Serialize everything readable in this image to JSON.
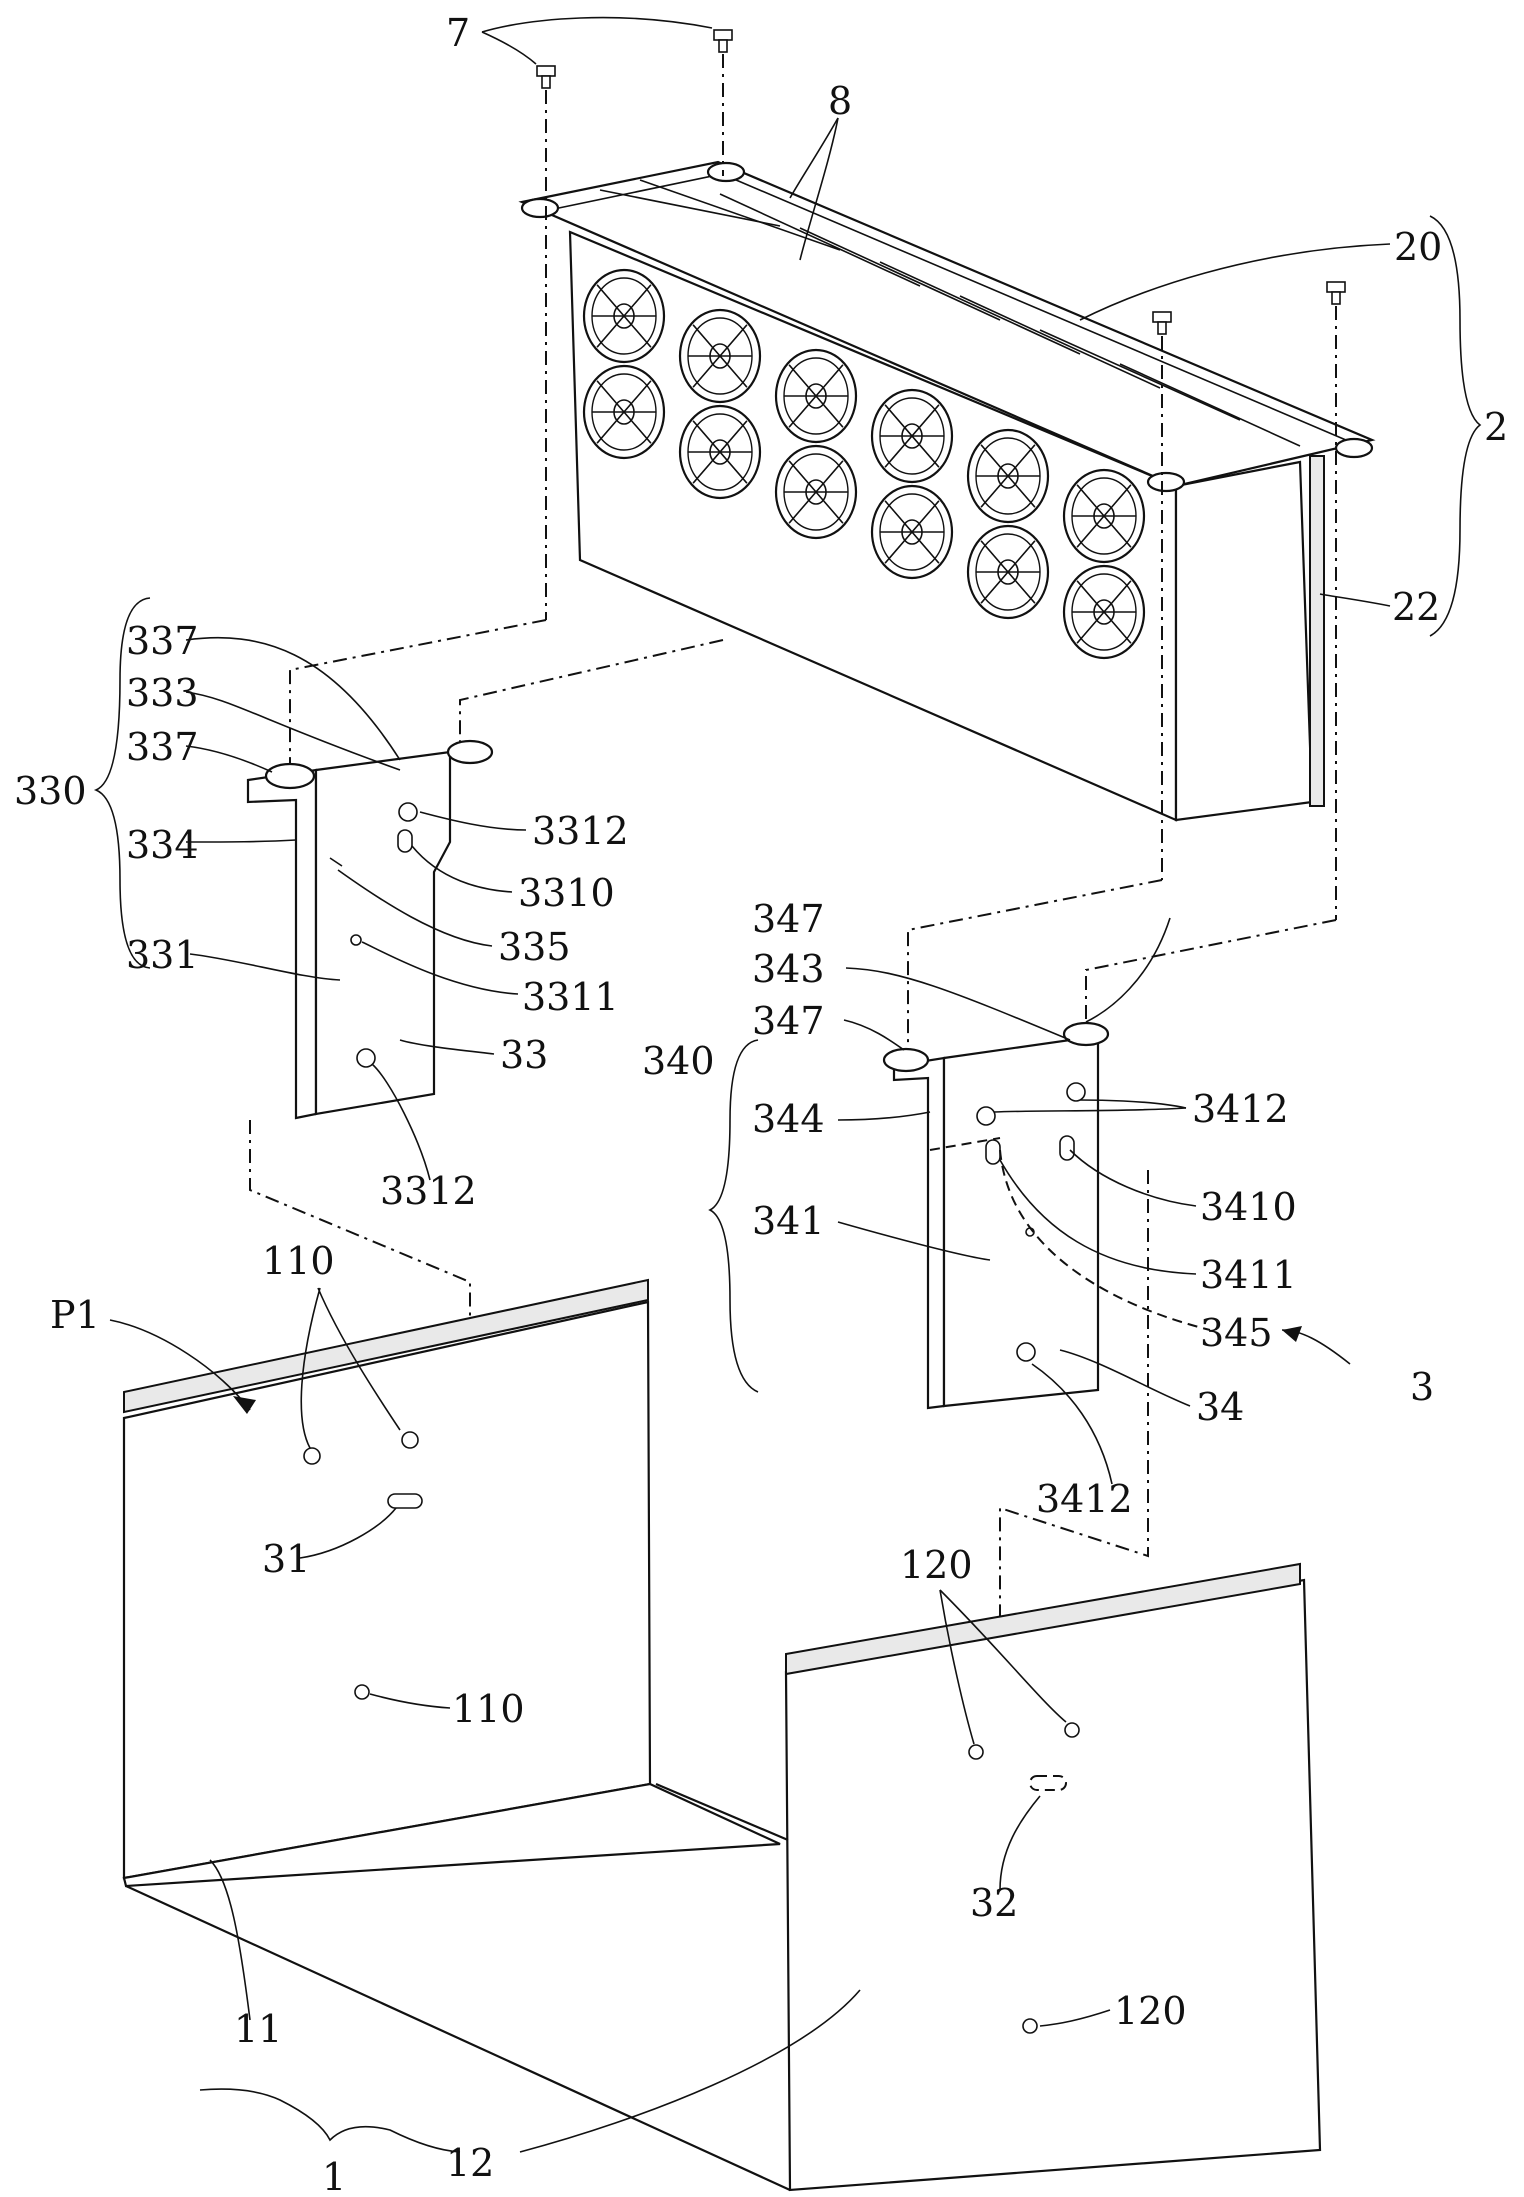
{
  "labels": {
    "l7": "7",
    "l8": "8",
    "l20": "20",
    "l2": "2",
    "l22": "22",
    "l337a": "337",
    "l333": "333",
    "l337b": "337",
    "l330": "330",
    "l334": "334",
    "l3312a": "3312",
    "l3310": "3310",
    "l335": "335",
    "l331": "331",
    "l3311": "3311",
    "l33": "33",
    "l3312b": "3312",
    "l347a": "347",
    "l343": "343",
    "l347b": "347",
    "l340": "340",
    "l3412a": "3412",
    "l344": "344",
    "l3410": "3410",
    "l341": "341",
    "l3411": "3411",
    "l345": "345",
    "l3": "3",
    "l34": "34",
    "l3412b": "3412",
    "l110a": "110",
    "lP1": "P1",
    "l31": "31",
    "l110b": "110",
    "l120a": "120",
    "l32": "32",
    "l120b": "120",
    "l11": "11",
    "l12": "12",
    "l1": "1"
  },
  "colors": {
    "line": "#111111",
    "background": "#ffffff"
  }
}
